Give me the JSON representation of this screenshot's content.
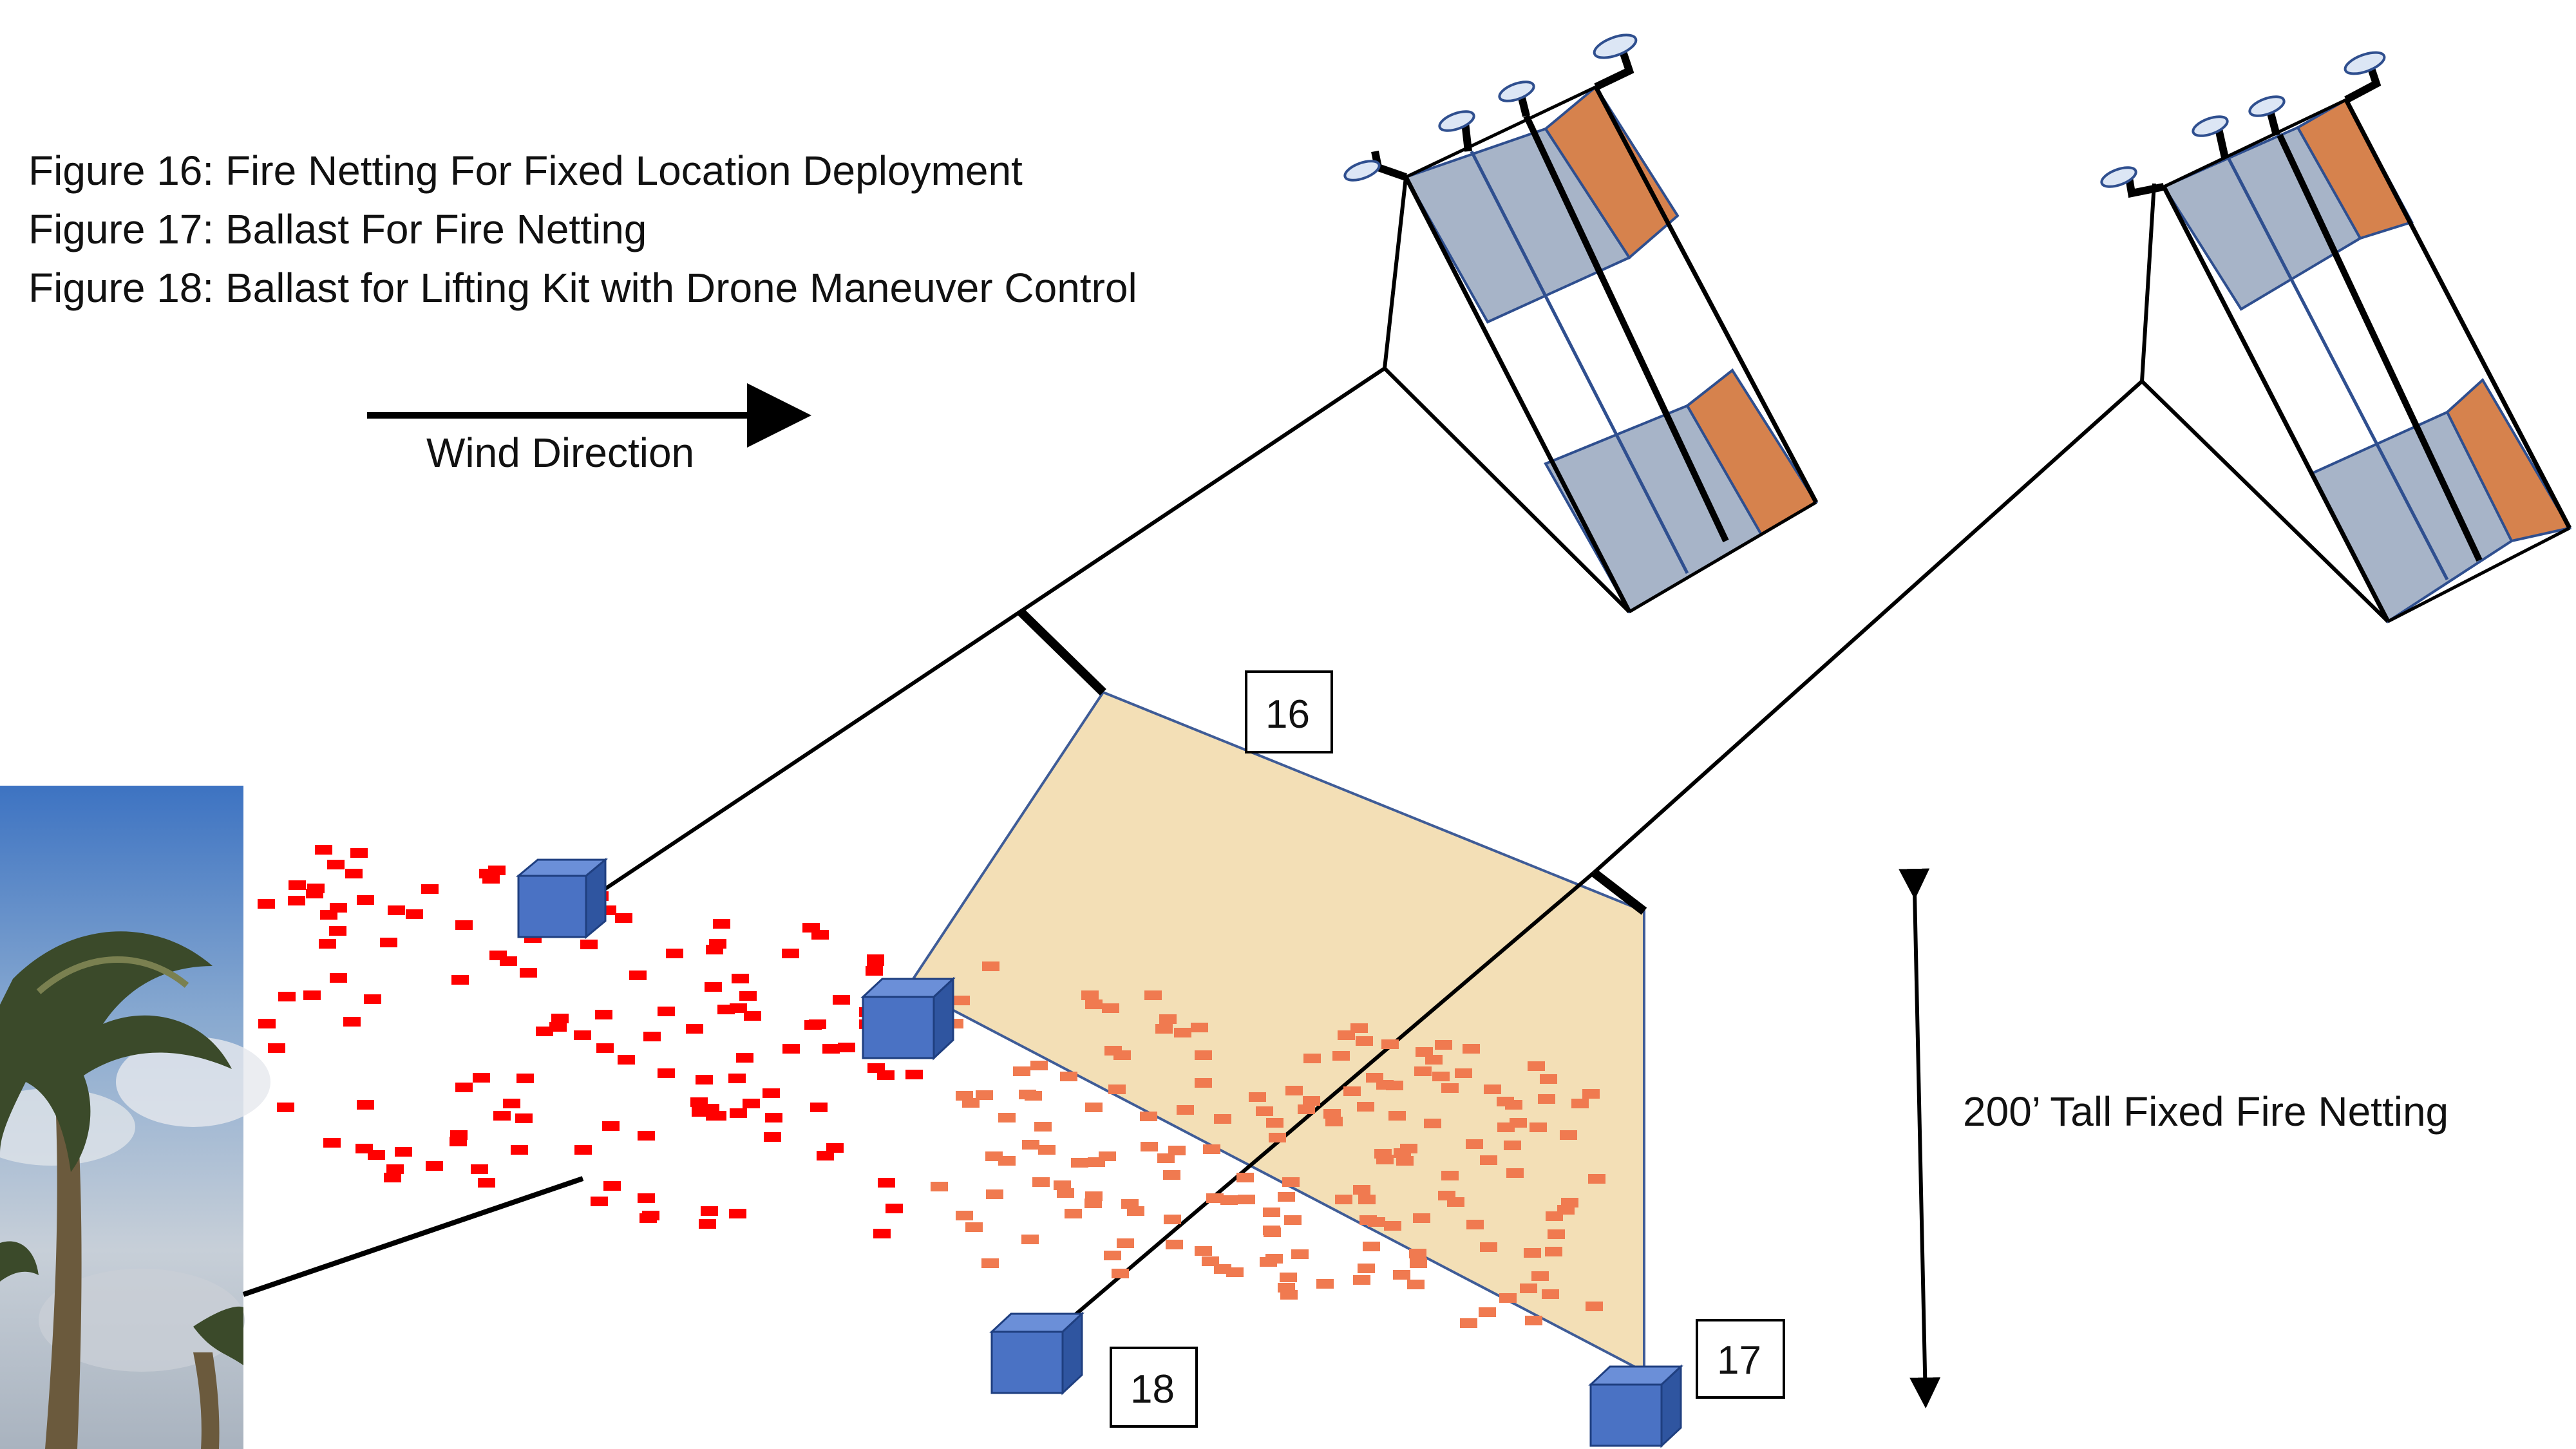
{
  "captions": [
    "Figure 16: Fire Netting For Fixed Location Deployment",
    "Figure 17: Ballast For Fire Netting",
    "Figure 18: Ballast for Lifting Kit with Drone Maneuver Control"
  ],
  "wind_label": "Wind Direction",
  "height_label": "200’ Tall Fixed Fire Netting",
  "callouts": [
    "16",
    "17",
    "18"
  ],
  "colors": {
    "line": "#000000",
    "netting_fill": "#f3ddb0",
    "netting_border": "#2f4f8f",
    "ballast_face": "#4a72c4",
    "ballast_top": "#6b8fd8",
    "ballast_side": "#2f55a0",
    "drone_panel": "#a7b4c8",
    "drone_panel_accent": "#d6824d",
    "ember_red": "#ff0000",
    "ember_orange": "#f07a50",
    "sky": "#9fb6cf"
  },
  "icons": [
    "propeller-icon",
    "palm-tree-image",
    "ember-particle"
  ]
}
